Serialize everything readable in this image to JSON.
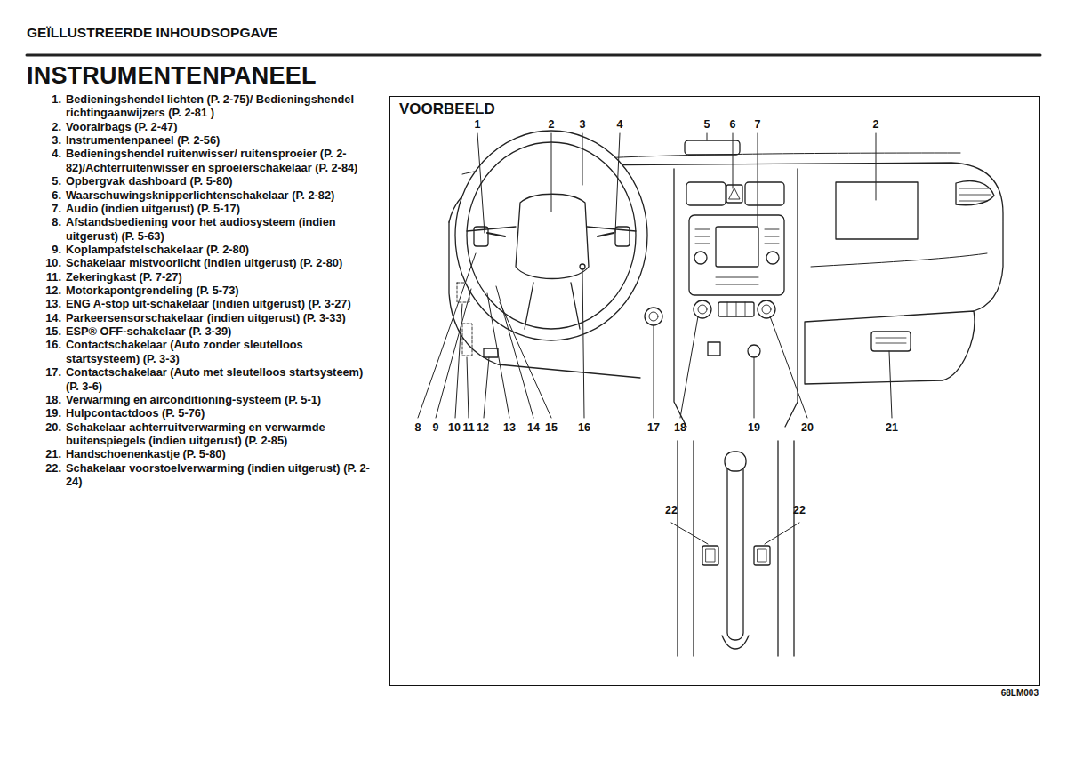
{
  "diagram": {
    "title": "INSTRUMENTENPANEEL",
    "nodes": [
      {
        "text": [
          "VOORBEELD"
        ]
      }
    ],
    "labels": [
      "GEÏLLUSTREERDE INHOUDSOPGAVE",
      "1.",
      "Bedieningshendel lichten (P. 2-75)/ Bedieningshendel richtingaanwijzers (P. 2-81 )",
      "2.",
      "Voorairbags (P. 2-47)",
      "3.",
      "Instrumentenpaneel (P. 2-56)",
      "4.",
      "Bedieningshendel ruitenwisser/ ruitensproeier (P. 2-82)/Achterruitenwisser en sproeierschakelaar (P. 2-84)",
      "5.",
      "Opbergvak dashboard (P. 5-80)",
      "6.",
      "Waarschuwingsknipperlichtenschakelaar (P. 2-82)",
      "7.",
      "Audio (indien uitgerust) (P. 5-17)",
      "8.",
      "Afstandsbediening voor het audiosysteem (indien uitgerust) (P. 5-63)",
      "9.",
      "Koplampafstelschakelaar (P. 2-80)",
      "10.",
      "Schakelaar mistvoorlicht (indien uitgerust) (P. 2-80)",
      "11.",
      "Zekeringkast (P. 7-27)",
      "12.",
      "Motorkapontgrendeling (P. 5-73)",
      "13.",
      "ENG A-stop uit-schakelaar (indien uitgerust) (P. 3-27)",
      "14.",
      "Parkeersensorschakelaar (indien uitgerust) (P. 3-33)",
      "15.",
      "ESP® OFF-schakelaar (P. 3-39)",
      "16.",
      "Contactschakelaar (Auto zonder sleutelloos startsysteem) (P. 3-3)",
      "17.",
      "Contactschakelaar (Auto met sleutelloos startsysteem) (P. 3-6)",
      "18.",
      "Verwarming en airconditioning-systeem (P. 5-1)",
      "19.",
      "Hulpcontactdoos (P. 5-76)",
      "20.",
      "Schakelaar achterruitverwarming en verwarmde buitenspiegels (indien uitgerust) (P. 2-85)",
      "21.",
      "Handschoenenkastje (P. 5-80)",
      "22.",
      "Schakelaar voorstoelverwarming (indien uitgerust) (P. 2-24)",
      "1",
      "2",
      "3",
      "4",
      "5",
      "6",
      "7",
      "2",
      "8",
      "9",
      "10",
      "11",
      "12",
      "13",
      "14",
      "15",
      "16",
      "17",
      "18",
      "19",
      "20",
      "21",
      "22",
      "22",
      "68LM003"
    ]
  }
}
